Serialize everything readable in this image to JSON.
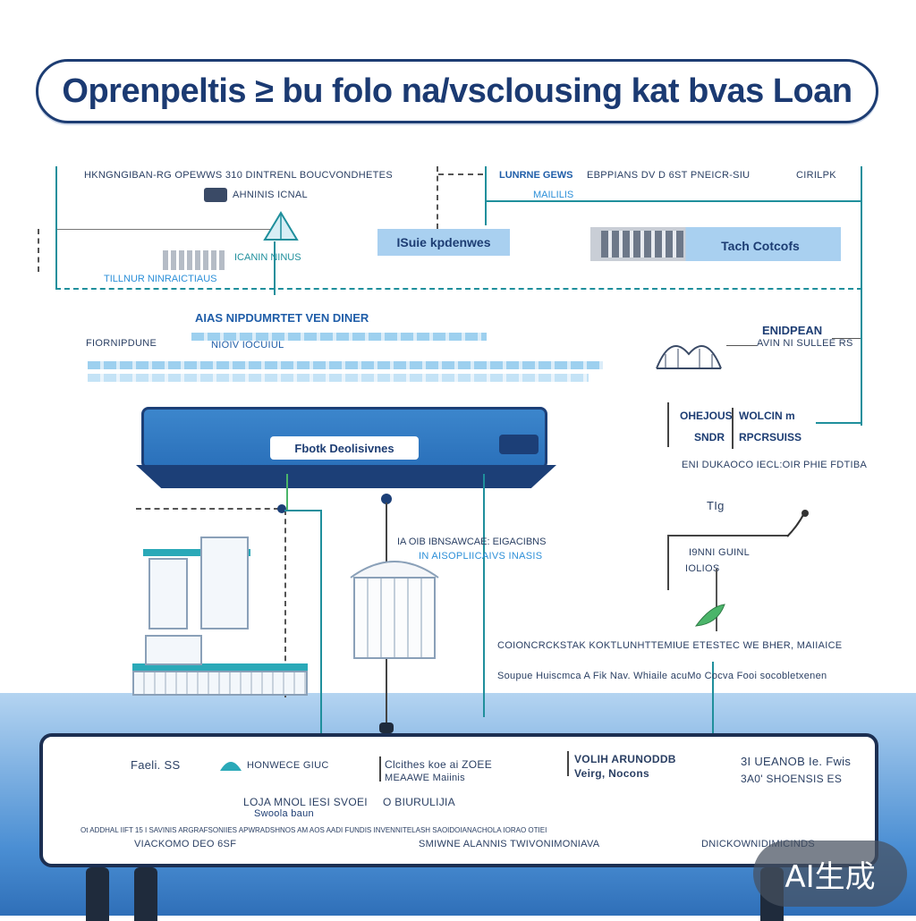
{
  "title": "Oprenpeltis ≥ bu folo na/vsclousing kat bvas Loan",
  "top_left": {
    "line1": "HKNGNGIBAN-RG OPEWWS 310 DINTRENL BOUCVONDHETES",
    "line2": "AHNINIS ICNAL",
    "caption": "ICANIN NINUS",
    "subcaption": "TILLNUR NINRAICTIAUS"
  },
  "top_right": {
    "left_label": "LUNRNE GEWS",
    "mid_label": "EBPPIANS DV D 6ST PNEICR-SIU",
    "right_label": "CIRILPK",
    "sub": "MAILILIS"
  },
  "boxes": {
    "suie": "ISuie kpdenwes",
    "tach": "Tach Cotcofs"
  },
  "middle": {
    "heading": "AIAS NIPDUMRTET VEN DINER",
    "left_lines": [
      "FIORNIPDUNE",
      "NIOIV IOCUIUL"
    ]
  },
  "right_side": {
    "heading1": "ENIDPEAN",
    "heading2": "AVIN NI SULLEE RS",
    "col1": [
      "OHEJOUS",
      "SNDR"
    ],
    "col2": [
      "WOLCIN m",
      "RPCRSUISS"
    ],
    "caption_a": "ENI DUKAOCO IECL:OIR",
    "caption_b": "PHIE FDTIBA",
    "small": "TIg",
    "label1": "I9NNI GUINL",
    "label2": "IOLIOS"
  },
  "hub": {
    "label": "Fbotk Deolisivnes"
  },
  "lower": {
    "mid_caption1": "IA OIB IBNSAWCAE: EIGACIBNS",
    "mid_caption2": "IN AISOPLIICAIVS INASIS",
    "right_line1": "COIONCRCKSTAK KOKTLUNHTTEMIUE ETESTEC WE BHER, MAIIAICE",
    "right_line2": "Soupue Huiscmca A Fik Nav. Whiaile acuMo Cocva Fooi socobletxenen"
  },
  "panel": {
    "c1": "Faeli. SS",
    "c2": "HONWECE GIUC",
    "c3a": "Clcithes koe ai ZOEE",
    "c3b": "MEAAWE Maiinis",
    "c4a": "VOLIH ARUNODDB",
    "c4b": "Veirg, Nocons",
    "c5a": "3I UEANOB Ie. Fwis",
    "c5b": "3A0' SHOENSIS ES",
    "sub1": "LOJA MNOL IESI SVOEI",
    "sub1b": "Swoola baun",
    "sub2": "O BIURULIJIA",
    "fine1": "Ot ADDHAL IIFT 15 I SAVINIS ARGRAFSONIIES APWRADSHNOS AM AOS AADI FUNDIS INVENNITELASH SAOIDOIANACHOLA IORAO OTIEI",
    "fine2a": "VIACKOMO DEO 6SF",
    "fine2b": "SMIWNE ALANNIS TWIVONIMONIAVA",
    "fine2c": "DNICKOWNIDIMICINDS"
  },
  "watermark": "AI生成"
}
